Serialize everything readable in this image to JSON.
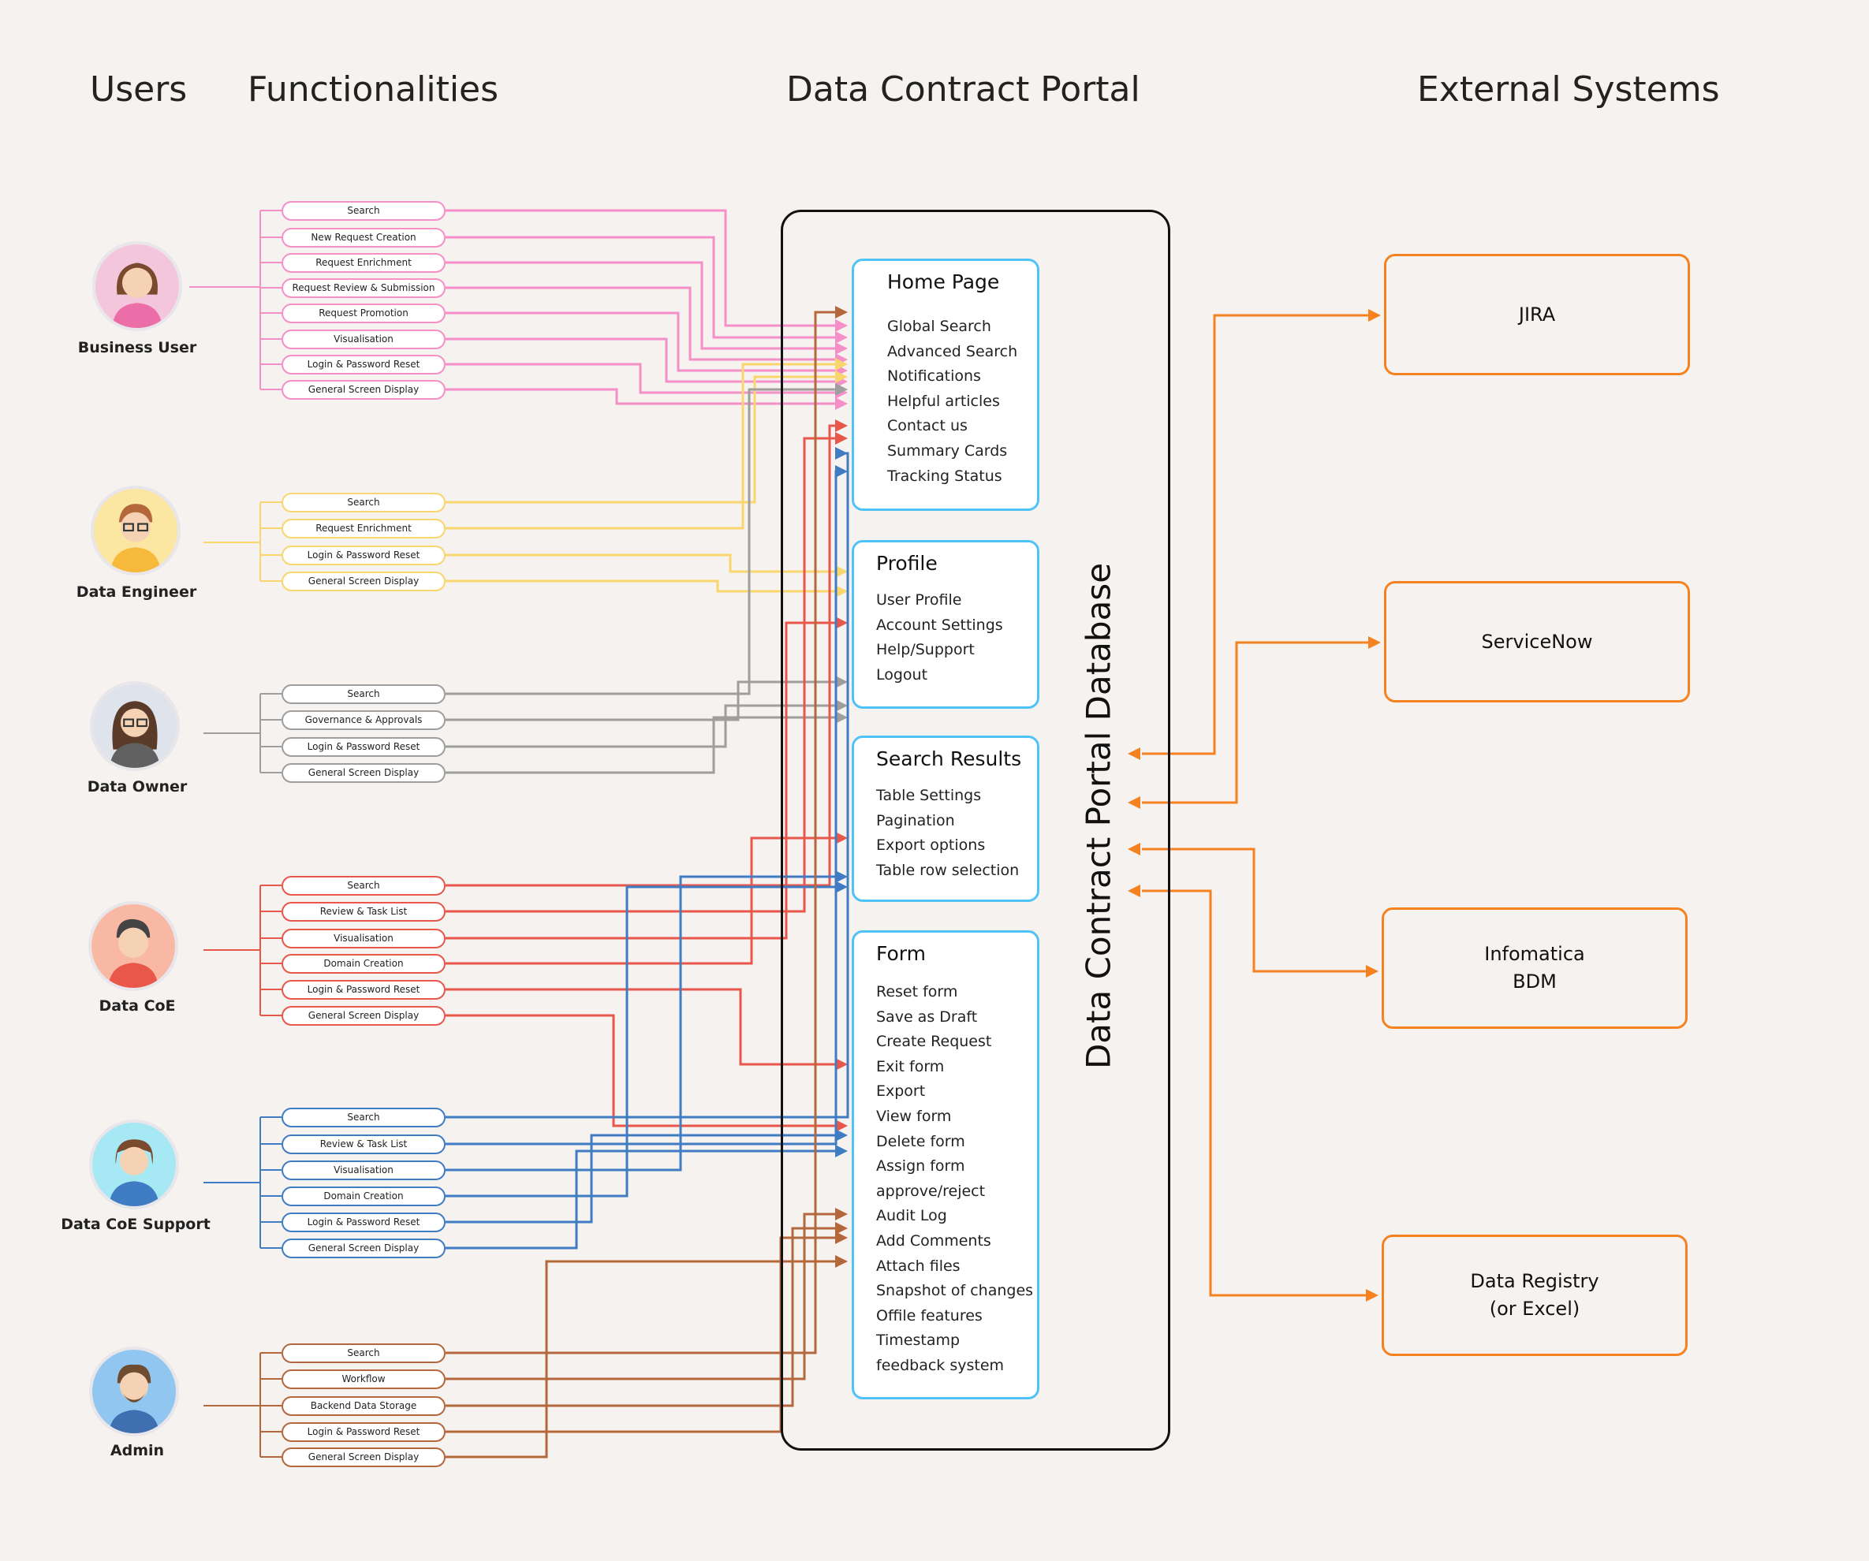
{
  "headings": {
    "users": "Users",
    "functionalities": "Functionalities",
    "portal": "Data Contract Portal",
    "external": "External Systems"
  },
  "colors": {
    "business_user": "#f48fc7",
    "data_engineer": "#f9d56e",
    "data_owner": "#9e9e9e",
    "data_coe": "#e8574a",
    "data_coe_support": "#3f7cc4",
    "admin": "#b5673c",
    "external": "#f58220",
    "card_border": "#4fc3f7"
  },
  "users": [
    {
      "name": "Business User",
      "avatar": "woman-pink-avatar-icon",
      "color": "#f48fc7",
      "functions": [
        "Search",
        "New Request Creation",
        "Request Enrichment",
        "Request Review & Submission",
        "Request Promotion",
        "Visualisation",
        "Login & Password Reset",
        "General Screen Display"
      ]
    },
    {
      "name": "Data Engineer",
      "avatar": "man-glasses-avatar-icon",
      "color": "#f9d56e",
      "functions": [
        "Search",
        "Request Enrichment",
        "Login & Password Reset",
        "General Screen Display"
      ]
    },
    {
      "name": "Data Owner",
      "avatar": "woman-glasses-avatar-icon",
      "color": "#9e9e9e",
      "functions": [
        "Search",
        "Governance & Approvals",
        "Login & Password Reset",
        "General Screen Display"
      ]
    },
    {
      "name": "Data CoE",
      "avatar": "man-red-shirt-avatar-icon",
      "color": "#e8574a",
      "functions": [
        "Search",
        "Review & Task List",
        "Visualisation",
        "Domain Creation",
        "Login & Password Reset",
        "General Screen Display"
      ]
    },
    {
      "name": "Data CoE Support",
      "avatar": "woman-blue-shirt-avatar-icon",
      "color": "#3f7cc4",
      "functions": [
        "Search",
        "Review & Task List",
        "Visualisation",
        "Domain Creation",
        "Login & Password Reset",
        "General Screen Display"
      ]
    },
    {
      "name": "Admin",
      "avatar": "man-beard-avatar-icon",
      "color": "#b5673c",
      "functions": [
        "Search",
        "Workflow",
        "Backend Data Storage",
        "Login & Password Reset",
        "General Screen Display"
      ]
    }
  ],
  "portal": {
    "database_label": "Data Contract Portal Database",
    "cards": [
      {
        "title": "Home Page",
        "items": [
          "Global Search",
          "Advanced Search",
          "Notifications",
          "Helpful articles",
          "Contact us",
          "Summary Cards",
          "Tracking Status"
        ]
      },
      {
        "title": "Profile",
        "items": [
          "User Profile",
          "Account Settings",
          "Help/Support",
          "Logout"
        ]
      },
      {
        "title": "Search Results",
        "items": [
          "Table Settings",
          "Pagination",
          "Export options",
          "Table row selection"
        ]
      },
      {
        "title": "Form",
        "items": [
          "Reset form",
          "Save as Draft",
          "Create Request",
          "Exit form",
          "Export",
          "View form",
          "Delete form",
          "Assign form",
          "approve/reject",
          "Audit Log",
          "Add Comments",
          "Attach files",
          "Snapshot of changes",
          "Offile features",
          "Timestamp",
          "feedback system"
        ]
      }
    ]
  },
  "external_systems": [
    {
      "name": "JIRA"
    },
    {
      "name": "ServiceNow"
    },
    {
      "name": "Infomatica\nBDM"
    },
    {
      "name": "Data Registry\n(or Excel)"
    }
  ]
}
